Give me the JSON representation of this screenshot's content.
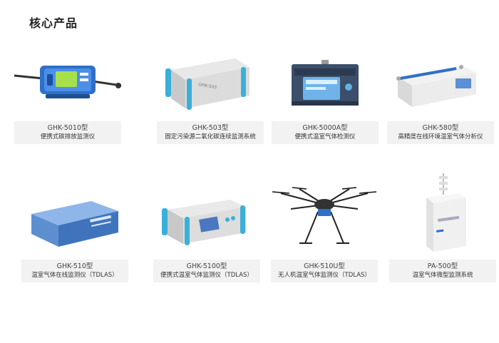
{
  "section": {
    "title": "核心产品"
  },
  "products": [
    {
      "model": "GHK-5010型",
      "name": "便携式碳排放监测仪",
      "icon": "handheld-analyzer-image"
    },
    {
      "model": "GHK-503型",
      "name": "固定污染源二氧化碳连续监测系统",
      "icon": "rack-analyzer-image"
    },
    {
      "model": "GHK-5000A型",
      "name": "便携式温室气体检测仪",
      "icon": "portable-analyzer-image"
    },
    {
      "model": "GHK-580型",
      "name": "高精度在线环境温室气体分析仪",
      "icon": "online-analyzer-image"
    },
    {
      "model": "GHK-510型",
      "name": "温室气体在线监测仪（TDLAS）",
      "icon": "tdlas-monitor-image"
    },
    {
      "model": "GHK-5100型",
      "name": "便携式温室气体监测仪（TDLAS）",
      "icon": "portable-tdlas-image"
    },
    {
      "model": "GHK-510U型",
      "name": "无人机温室气体监测仪（TDLAS）",
      "icon": "drone-image"
    },
    {
      "model": "PA-500型",
      "name": "温室气体微型监测系统",
      "icon": "micro-station-image"
    }
  ]
}
